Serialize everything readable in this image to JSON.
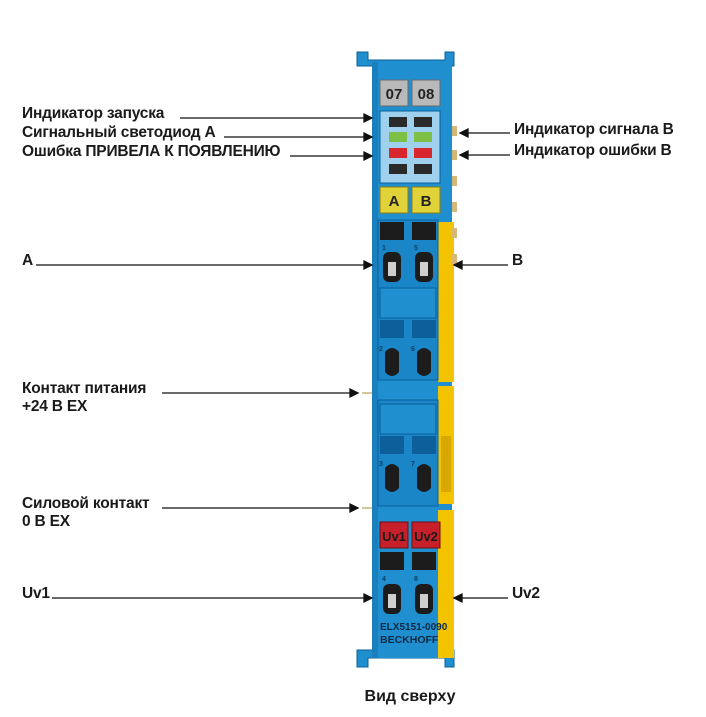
{
  "labels_left": {
    "run_indicator": "Индикатор запуска",
    "signal_led_a": "Сигнальный светодиод A",
    "error_wire_break": "Ошибка ПРИВЕЛА К ПОЯВЛЕНИЮ",
    "a": "A",
    "power_contact_line1": "Контакт питания",
    "power_contact_line2": "+24 В EX",
    "power_contact0_line1": "Силовой контакт",
    "power_contact0_line2": "0 В EX",
    "uv1": "Uv1"
  },
  "labels_right": {
    "signal_indicator_b": "Индикатор сигнала B",
    "error_indicator_b": "Индикатор ошибки B",
    "b": "B",
    "uv2": "Uv2"
  },
  "terminal": {
    "channel_1": "07",
    "channel_2": "08",
    "slot_a": "A",
    "slot_b": "B",
    "uv1": "Uv1",
    "uv2": "Uv2",
    "model": "ELX5151-0090",
    "brand": "BECKHOFF",
    "pin_numbers": [
      "1",
      "5",
      "2",
      "6",
      "3",
      "7",
      "4",
      "8"
    ]
  },
  "caption": "Вид сверху",
  "colors": {
    "body_blue": "#1f8fd0",
    "dark_blue": "#0c5f9a",
    "yellow": "#f3c300",
    "led_green": "#7ec046",
    "led_red": "#d8262e",
    "label_red": "#c8202a",
    "label_yellow": "#e2d23a"
  }
}
